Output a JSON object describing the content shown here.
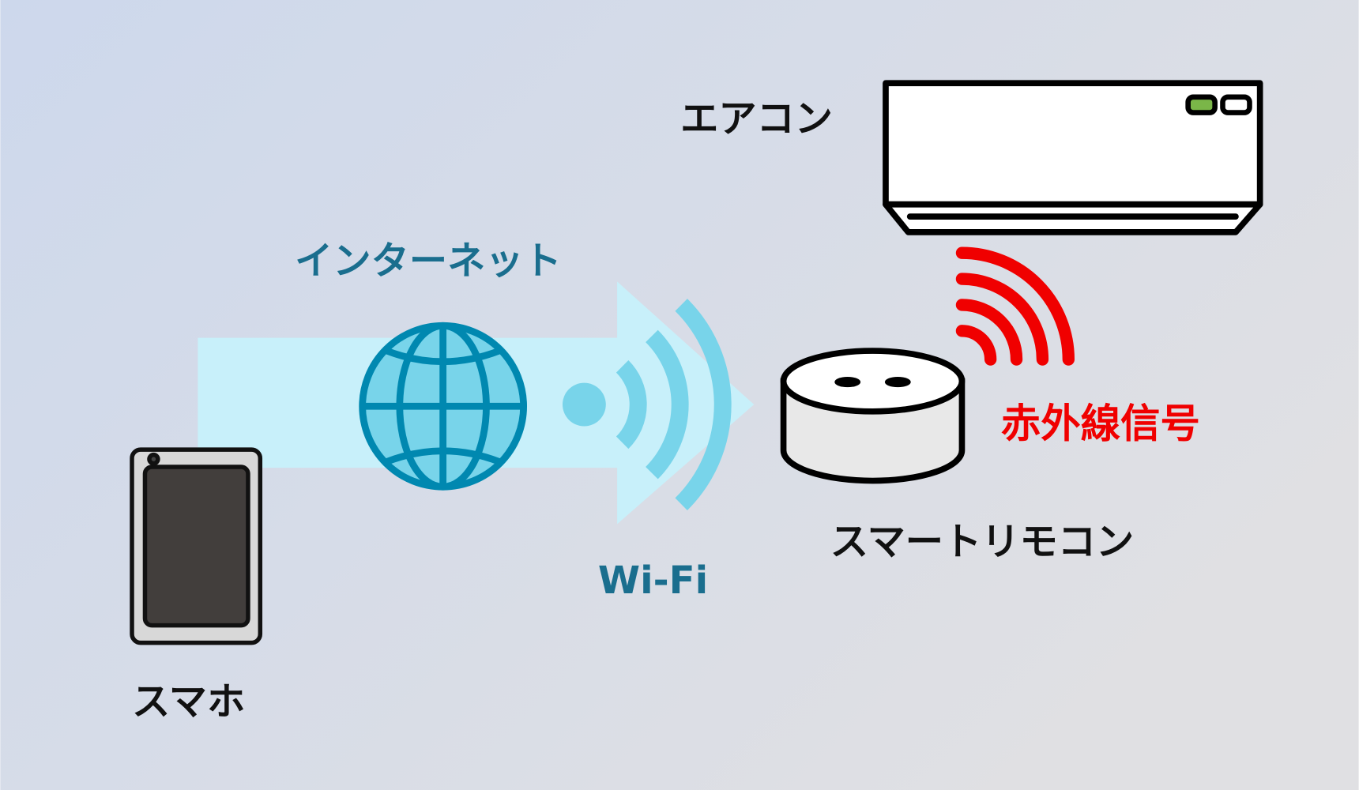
{
  "labels": {
    "aircon": "エアコン",
    "internet": "インターネット",
    "wifi": "Wi-Fi",
    "smart_remote": "スマートリモコン",
    "infrared_signal": "赤外線信号",
    "smartphone": "スマホ"
  },
  "icons": [
    "smartphone-icon",
    "globe-icon",
    "wifi-icon",
    "smart-remote-icon",
    "air-conditioner-icon",
    "infrared-signal-icon",
    "arrow"
  ],
  "colors": {
    "arrow": "#c8f0fa",
    "globe_fill": "#78d4ea",
    "globe_stroke": "#0088b0",
    "blue_text": "#1a6e8e",
    "infrared": "#f00000",
    "ac_indicator": "#7ab648"
  }
}
